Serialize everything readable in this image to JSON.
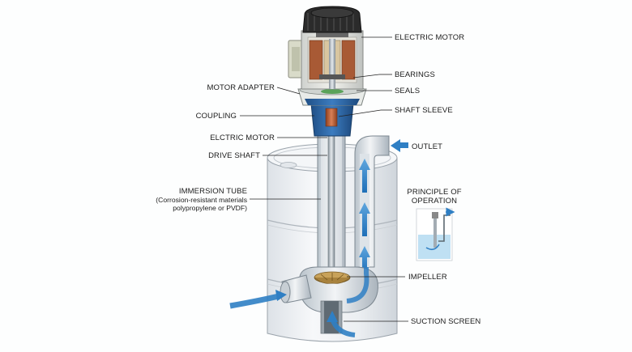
{
  "labels": {
    "electric_motor_top": "ELECTRIC MOTOR",
    "bearings": "BEARINGS",
    "seals": "SEALS",
    "motor_adapter": "MOTOR ADAPTER",
    "coupling": "COUPLING",
    "shaft_sleeve": "SHAFT SLEEVE",
    "electric_motor_mid": "ELCTRIC MOTOR",
    "outlet": "OUTLET",
    "drive_shaft": "DRIVE SHAFT",
    "immersion_tube": "IMMERSION TUBE",
    "immersion_note_1": "(Corrosion-resistant materials",
    "immersion_note_2": "polypropylene or PVDF)",
    "principle_1": "PRINCIPLE OF",
    "principle_2": "OPERATION",
    "impeller": "IMPELLER",
    "suction_screen": "SUCTION SCREEN"
  },
  "colors": {
    "flow_arrow": "#2f7fc4",
    "adapter_blue": "#2e68a8",
    "copper": "#c0653a",
    "barrel": "#eef1f4",
    "motor_cap": "#2b2b2b"
  }
}
